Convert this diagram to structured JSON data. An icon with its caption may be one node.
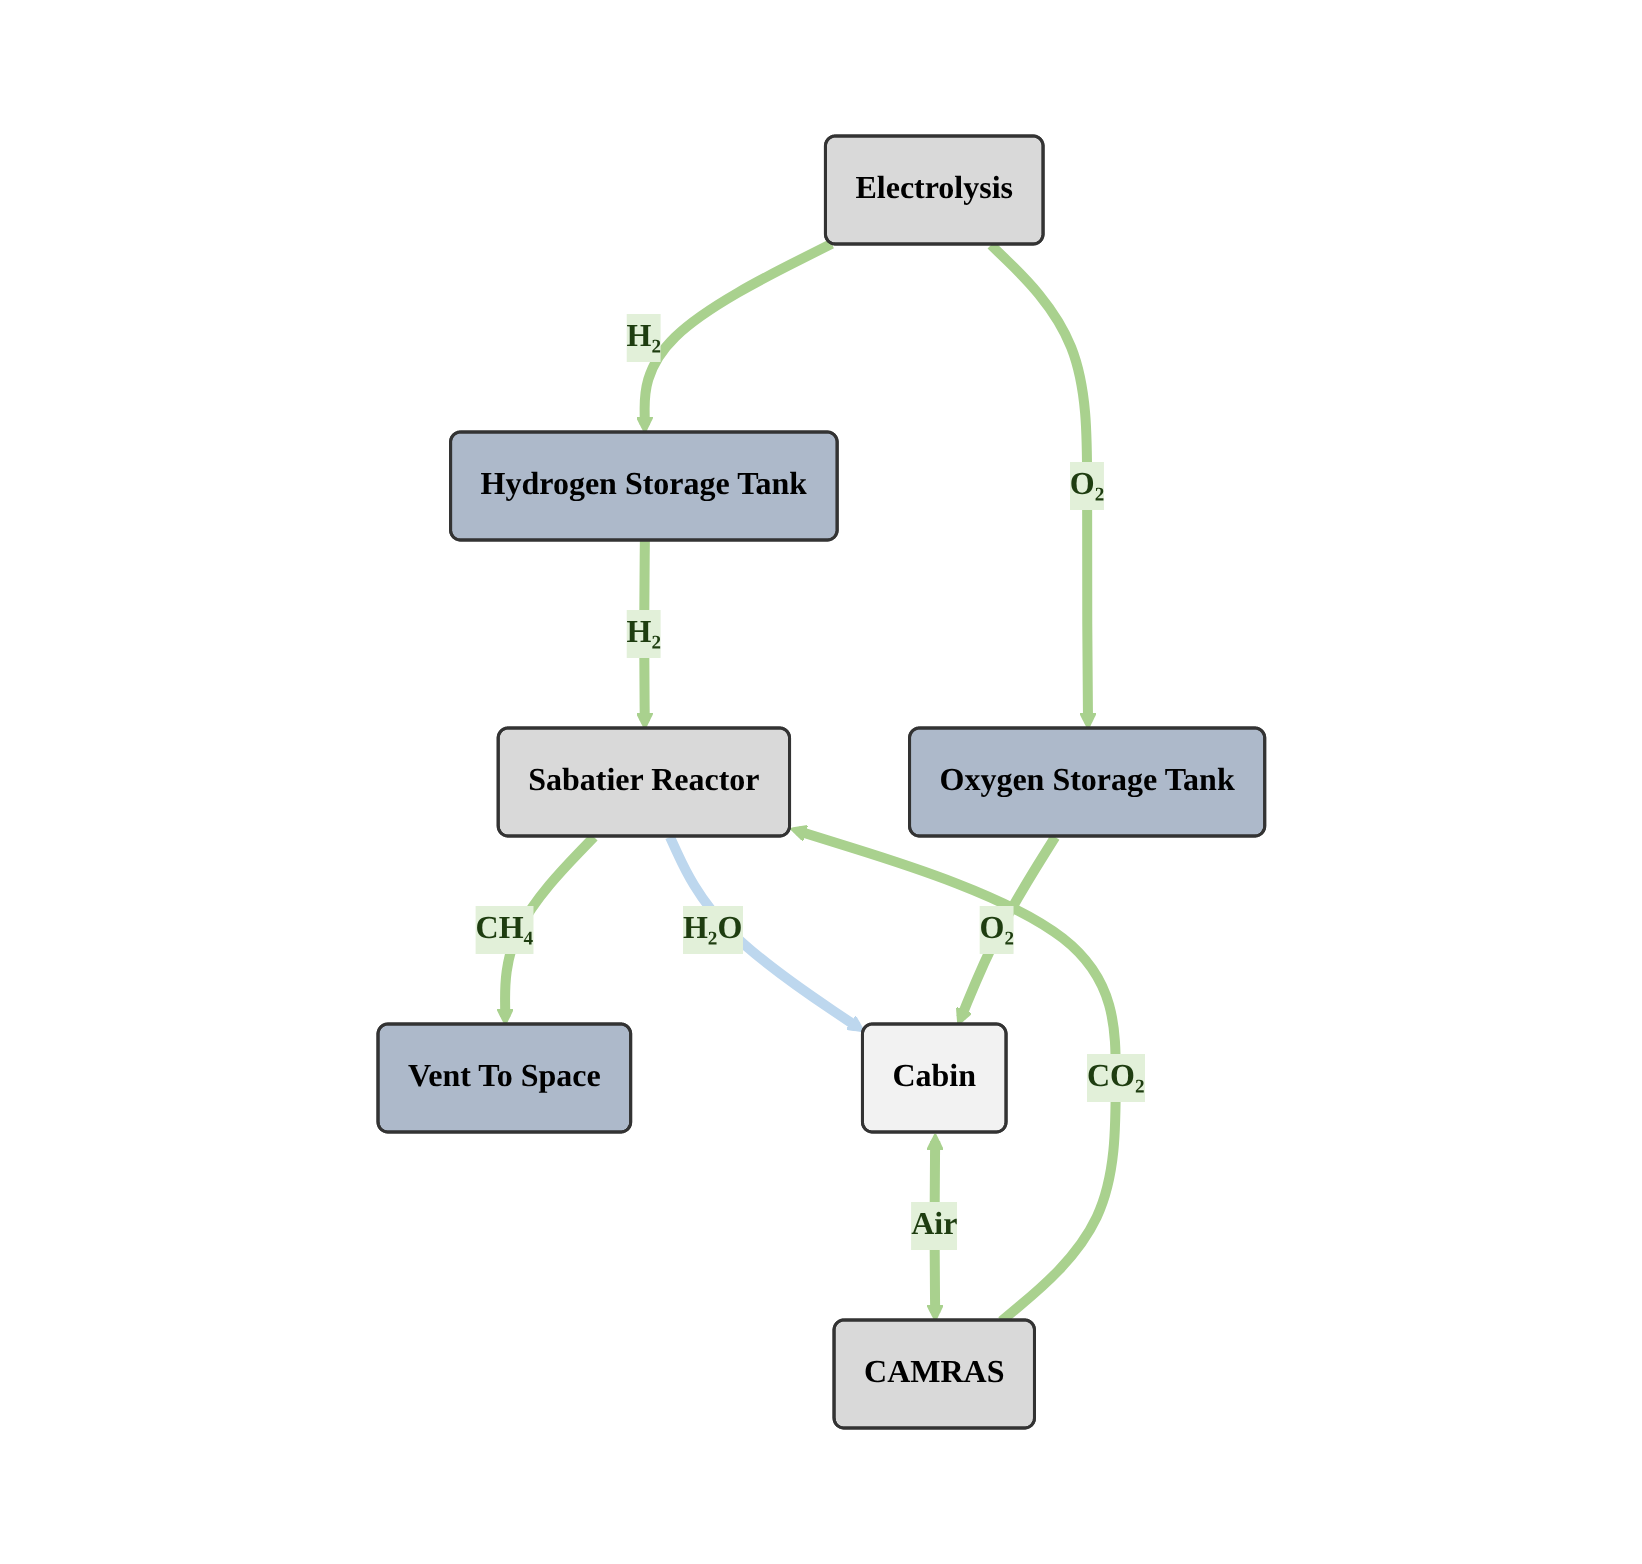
{
  "diagram": {
    "nodes": [
      {
        "text": [
          "Electrolysis"
        ]
      },
      {
        "text": [
          "Hydrogen Storage Tank"
        ]
      },
      {
        "text": [
          "Vent To Space"
        ]
      },
      {
        "text": [
          "Oxygen Storage Tank"
        ]
      },
      {
        "text": [
          "Cabin"
        ]
      },
      {
        "text": [
          "Sabatier Reactor"
        ]
      },
      {
        "text": [
          "CAMRAS"
        ]
      }
    ],
    "edges": [
      {
        "from": 0,
        "to": 1,
        "arrow": "to",
        "label": "H₂"
      },
      {
        "from": 0,
        "to": 3,
        "arrow": "to",
        "label": "O₂"
      },
      {
        "from": 1,
        "to": 5,
        "arrow": "to",
        "label": "H₂"
      },
      {
        "from": 5,
        "to": 2,
        "arrow": "to",
        "label": "CH₄"
      },
      {
        "from": 5,
        "to": 4,
        "arrow": "to",
        "label": "H₂O",
        "color": "#bdd7ee"
      },
      {
        "from": 3,
        "to": 4,
        "arrow": "to",
        "label": "O₂"
      },
      {
        "from": 6,
        "to": 5,
        "arrow": "to",
        "label": "CO₂"
      },
      {
        "from": 4,
        "to": 6,
        "arrow": "both",
        "label": "Air"
      }
    ]
  }
}
